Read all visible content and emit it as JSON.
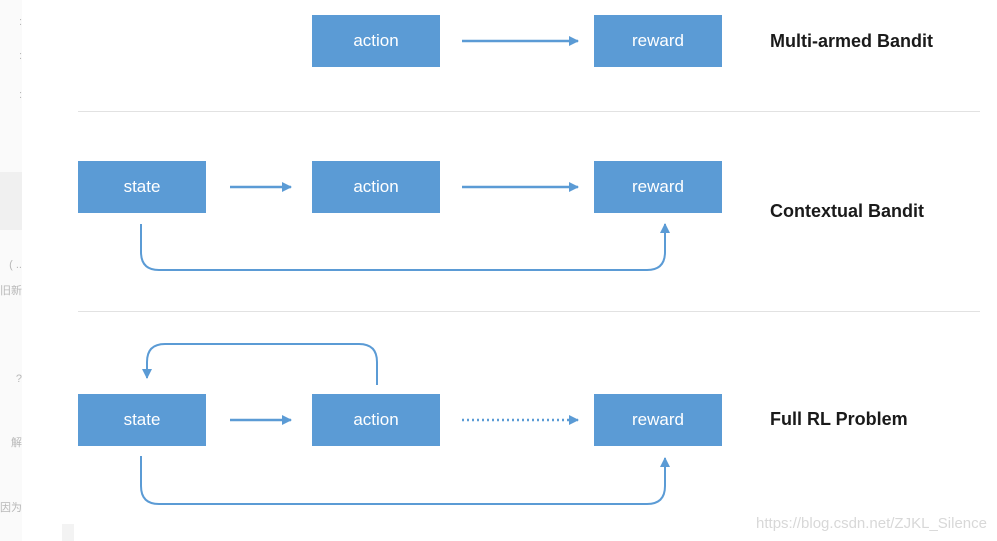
{
  "sidebar_fragments": [
    ":",
    ":",
    ":",
    "( ..",
    "旧新",
    "?",
    "解",
    "因为"
  ],
  "rows": [
    {
      "title": "Multi-armed Bandit",
      "boxes": [
        "action",
        "reward"
      ]
    },
    {
      "title": "Contextual Bandit",
      "boxes": [
        "state",
        "action",
        "reward"
      ]
    },
    {
      "title": "Full RL Problem",
      "boxes": [
        "state",
        "action",
        "reward"
      ]
    }
  ],
  "colors": {
    "box_fill": "#5b9bd5",
    "arrow": "#5b9bd5",
    "box_text": "#ffffff",
    "title_text": "#1a1a1a"
  },
  "watermark": "https://blog.csdn.net/ZJKL_Silence"
}
